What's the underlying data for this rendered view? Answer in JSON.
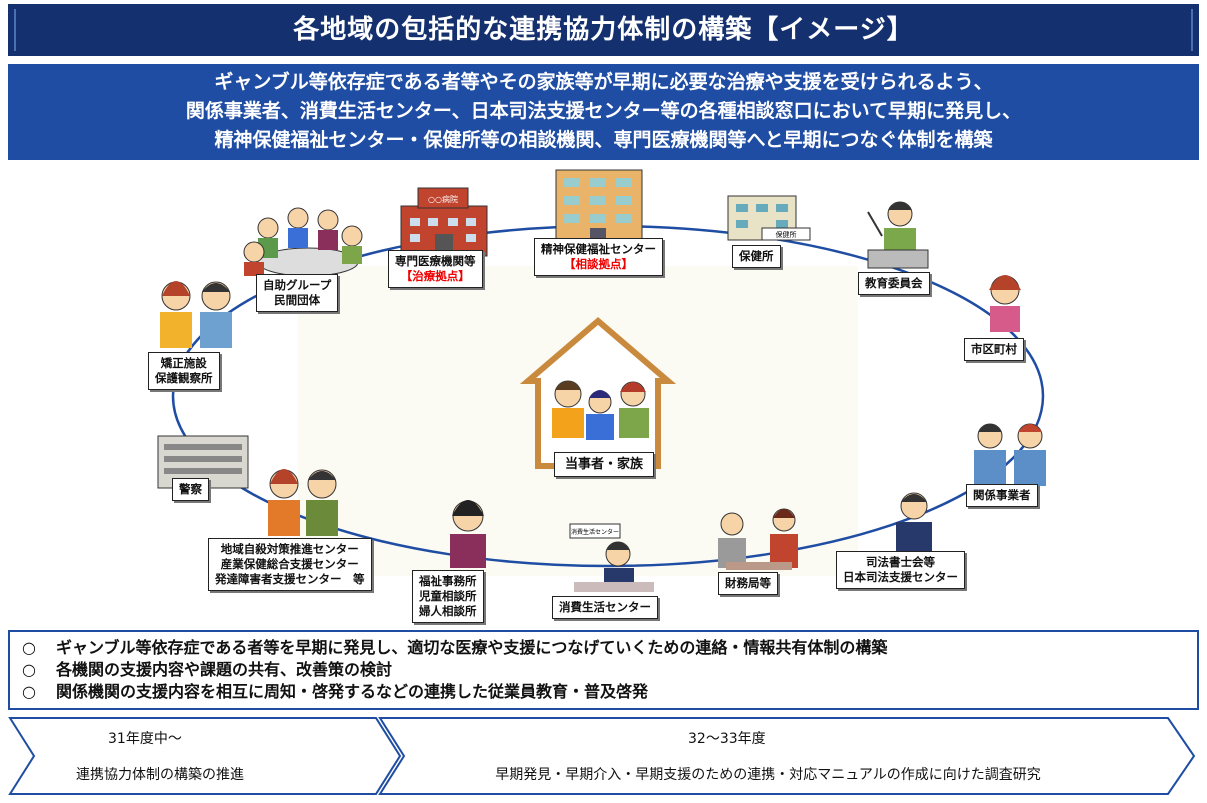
{
  "title": "各地域の包括的な連携協力体制の構築【イメージ】",
  "summary": {
    "lines": [
      "ギャンブル等依存症である者等やその家族等が早期に必要な治療や支援を受けられるよう、",
      "関係事業者、消費生活センター、日本司法支援センター等の各種相談窓口において早期に発見し、",
      "精神保健福祉センター・保健所等の相談機関、専門医療機関等へと早期につなぐ体制を構築"
    ]
  },
  "center": {
    "label": "当事者・家族"
  },
  "nodes": {
    "specialized_medical": {
      "line1": "専門医療機関等",
      "tag": "【治療拠点】"
    },
    "mental_health_center": {
      "line1": "精神保健福祉センター",
      "tag": "【相談拠点】"
    },
    "health_center": {
      "line1": "保健所",
      "sign": "保健所"
    },
    "board_of_education": {
      "line1": "教育委員会"
    },
    "municipality": {
      "line1": "市区町村"
    },
    "related_business": {
      "line1": "関係事業者"
    },
    "judicial": {
      "line1": "司法書士会等",
      "line2": "日本司法支援センター"
    },
    "finance_bureau": {
      "line1": "財務局等"
    },
    "consumer_center": {
      "line1": "消費生活センター",
      "sign": "消費生活センター"
    },
    "welfare": {
      "line1": "福祉事務所",
      "line2": "児童相談所",
      "line3": "婦人相談所"
    },
    "suicide_center": {
      "line1": "地域自殺対策推進センター",
      "line2": "産業保健総合支援センター",
      "line3": "発達障害者支援センター　等"
    },
    "police": {
      "line1": "警察"
    },
    "correctional": {
      "line1": "矯正施設",
      "line2": "保護観察所"
    },
    "self_help": {
      "line1": "自助グループ",
      "line2": "民間団体"
    },
    "hospital_sign": "○○病院"
  },
  "bullets": {
    "marker": "○",
    "items": [
      "ギャンブル等依存症である者等を早期に発見し、適切な医療や支援につなげていくための連絡・情報共有体制の構築",
      "各機関の支援内容や課題の共有、改善策の検討",
      "関係機関の支援内容を相互に周知・啓発するなどの連携した従業員教育・普及啓発"
    ]
  },
  "timeline": {
    "phase1": {
      "period": "31年度中～",
      "desc": "連携協力体制の構築の推進"
    },
    "phase2": {
      "period": "32～33年度",
      "desc": "早期発見・早期介入・早期支援のための連携・対応マニュアルの作成に向けた調査研究"
    }
  },
  "colors": {
    "title_bg": "#15306e",
    "summary_bg": "#1f4da3",
    "accent_red": "#e00000",
    "ellipse": "#1f4da3"
  }
}
